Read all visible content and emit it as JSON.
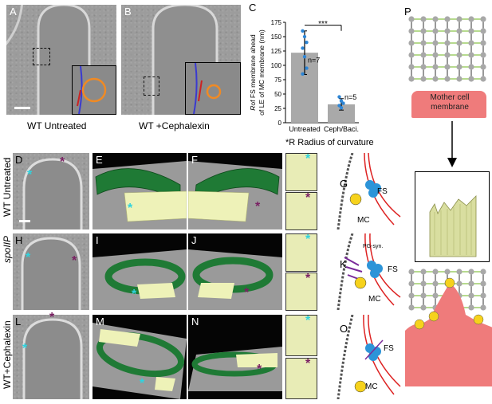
{
  "panels": {
    "A": "A",
    "B": "B",
    "C": "C",
    "D": "D",
    "E": "E",
    "F": "F",
    "G": "G",
    "H": "H",
    "I": "I",
    "J": "J",
    "K": "K",
    "L": "L",
    "M": "M",
    "N": "N",
    "O": "O",
    "P": "P"
  },
  "captions": {
    "a": "WT Untreated",
    "b": "WT +Cephalexin"
  },
  "row_labels": {
    "row1": "WT Untreated",
    "row2": "spoIIP",
    "row3": "WT+Cephalexin"
  },
  "stars": {
    "star": "*"
  },
  "schematic_labels": {
    "fs": "FS",
    "mc": "MC",
    "pg_syn": "PG-syn.",
    "mother_cell_membrane": "Mother cell membrane"
  },
  "chart_data": {
    "type": "bar",
    "categories": [
      "Untreated",
      "Ceph/Baci."
    ],
    "values": [
      122,
      32
    ],
    "errors": [
      38,
      10
    ],
    "points": [
      [
        160,
        150,
        140,
        130,
        115,
        95,
        85
      ],
      [
        45,
        38,
        34,
        30,
        26
      ]
    ],
    "n_labels": [
      "n=7",
      "n=5"
    ],
    "significance": "***",
    "ylabel": "Rof FS membrane ahead of LE of MC membrane (nm)",
    "ylabel_italic": "R",
    "ylabel_rest": "of FS membrane ahead",
    "ylabel_line2": "of LE of MC membrane (nm)",
    "yticks": [
      0,
      25,
      50,
      75,
      100,
      125,
      150,
      175
    ],
    "ylim": [
      0,
      175
    ],
    "footnote": "*R Radius of curvature",
    "bar_color": "#a9a9a9",
    "point_color": "#2e86d6"
  }
}
